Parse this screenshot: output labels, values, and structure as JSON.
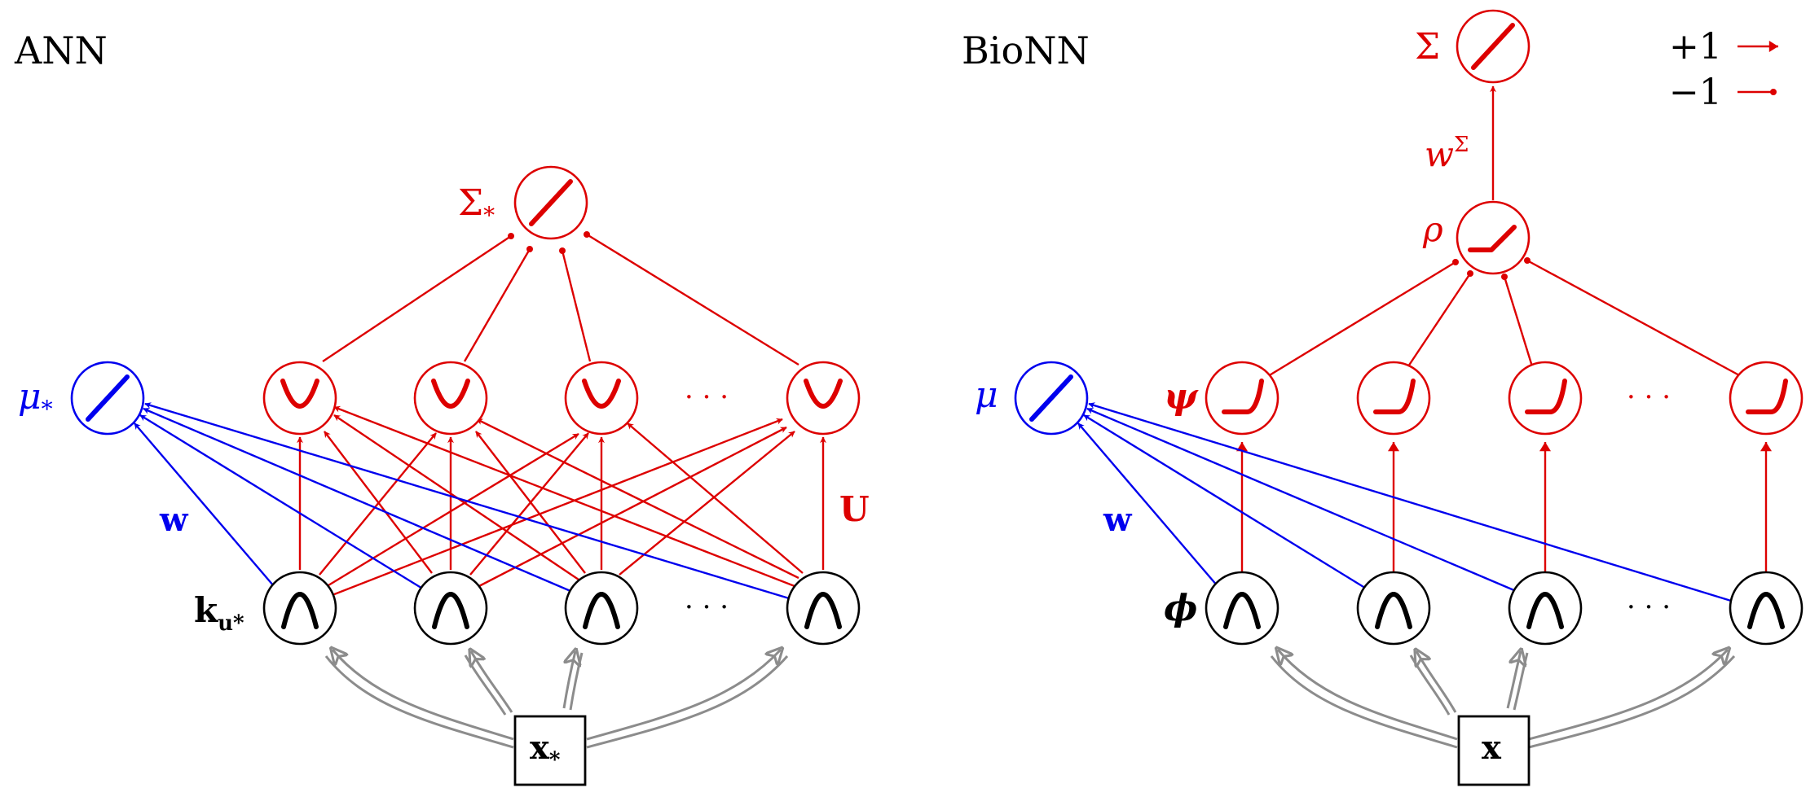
{
  "colors": {
    "red": "#dd0000",
    "blue": "#0000ee",
    "black": "#000000",
    "gray": "#8c8c8c"
  },
  "ann": {
    "title": "ANN",
    "sum_label": "Σ",
    "sum_label_sub": "*",
    "mu_label": "μ",
    "mu_label_sub": "*",
    "w_label": "w",
    "u_label": "U",
    "k_label": "k",
    "k_label_sub": "u*",
    "x_label": "x",
    "x_label_sub": "*",
    "ellipsis_upper": "· · ·",
    "ellipsis_lower": "· · ·"
  },
  "bionn": {
    "title": "BioNN",
    "sum_label": "Σ",
    "wsum_label": "w",
    "wsum_sup": "Σ",
    "rho_label": "ρ",
    "mu_label": "μ",
    "psi_label": "ψ",
    "w_label": "w",
    "phi_label": "ϕ",
    "x_label": "x",
    "ellipsis_upper": "· · ·",
    "ellipsis_lower": "· · ·"
  },
  "legend": {
    "plus_label": "+1",
    "minus_label": "−1"
  }
}
